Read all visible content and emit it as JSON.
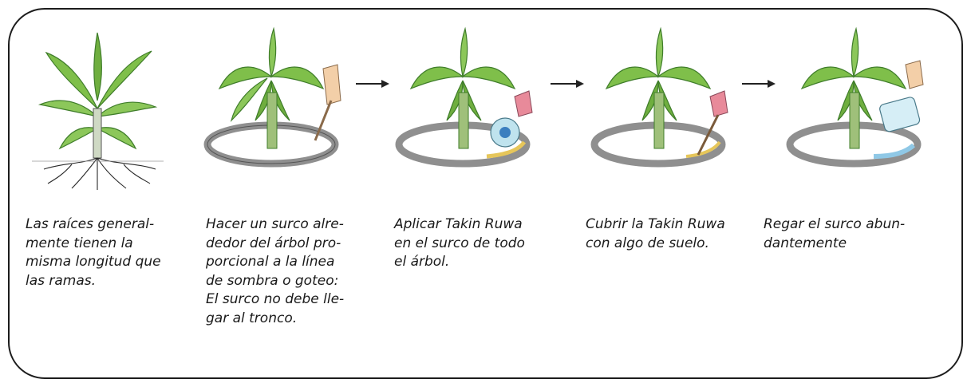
{
  "steps": [
    {
      "id": "roots",
      "caption": "Las raíces general-\nmente tienen la\nmisma longitud que\nlas ramas."
    },
    {
      "id": "furrow",
      "caption": "Hacer un surco alre-\ndedor del árbol pro-\nporcional a la línea\nde sombra o goteo:\nEl surco no debe lle-\ngar al tronco."
    },
    {
      "id": "apply",
      "caption": "Aplicar Takin Ruwa\nen el surco de todo\nel árbol."
    },
    {
      "id": "cover",
      "caption": "Cubrir la Takin Ruwa\ncon algo de suelo."
    },
    {
      "id": "water",
      "caption": "Regar el surco abun-\ndantemente"
    }
  ],
  "icons": [
    "plant-with-roots",
    "plant-with-furrow-and-hand",
    "fertilizer-bottle",
    "soil-covering",
    "watering-can"
  ],
  "colors": {
    "leaf": "#6fae3f",
    "leaf_dark": "#3f7d2a",
    "soil_ring": "#8f8f8f",
    "glove": "#e88a9a",
    "frame": "#1c1c1c"
  }
}
